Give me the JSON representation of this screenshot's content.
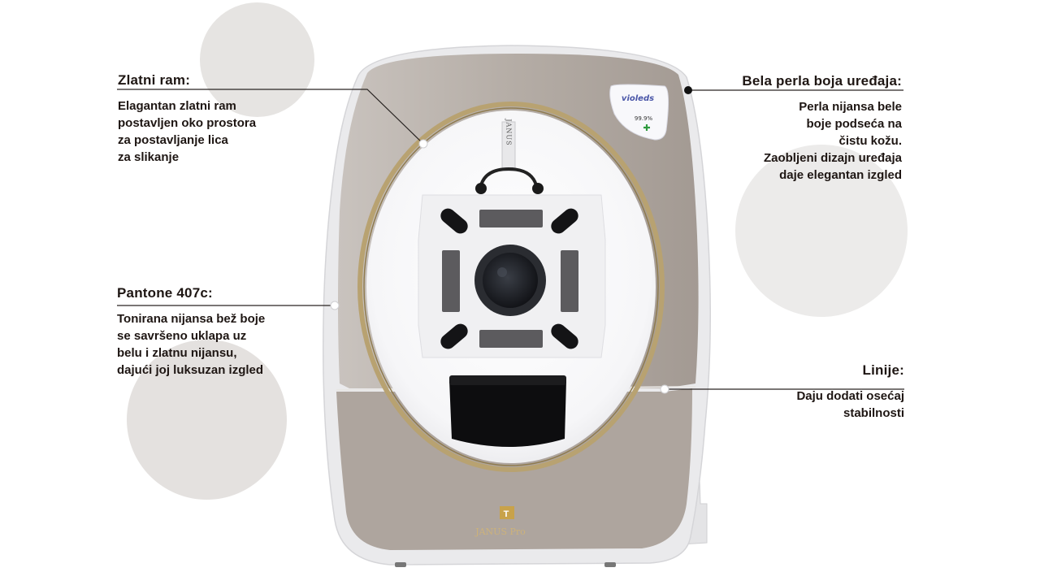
{
  "annotations": {
    "gold_frame": {
      "title": "Zlatni ram:",
      "lines": [
        "Elagantan zlatni ram",
        "postavljen oko prostora",
        "za postavljanje lica",
        "za slikanje"
      ]
    },
    "pantone": {
      "title": "Pantone 407c:",
      "lines": [
        "Tonirana nijansa bež boje",
        "se savršeno uklapa uz",
        "belu i zlatnu nijansu,",
        "dajući joj luksuzan izgled"
      ]
    },
    "pearl": {
      "title": "Bela perla boja uređaja:",
      "lines": [
        "Perla nijansa bele",
        "boje podseća na",
        "čistu kožu.",
        "Zaobljeni dizajn uređaja",
        "daje elegantan izgled"
      ]
    },
    "lines": {
      "title": "Linije:",
      "lines": [
        "Daju dodati osećaj",
        "stabilnosti"
      ]
    }
  },
  "device": {
    "sticker_brand": "violeds",
    "sticker_percent": "99.9%",
    "post_label": "JANUS",
    "brand_name": "JANUS Pro",
    "colors": {
      "shell": "#e9e8ea",
      "beige": "#b3aba4",
      "gold": "#b8a271",
      "lens": "#1a1c22"
    }
  },
  "colors": {
    "text": "#1e1613",
    "circle": "#e6e4e2",
    "leader": "#2a2523"
  }
}
